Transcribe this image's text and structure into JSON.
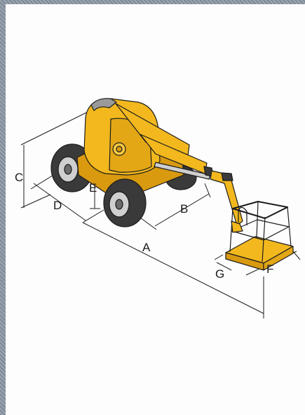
{
  "diagram": {
    "dimension_labels": {
      "a": "A",
      "b": "B",
      "c": "C",
      "d": "D",
      "e": "E",
      "f": "F",
      "g": "G"
    },
    "colors": {
      "machine_body": "#f2b81e",
      "machine_shade": "#d99a10",
      "tire": "#3a3a3a",
      "lines": "#1c1c1c",
      "frame": "#8e9aa6"
    }
  }
}
